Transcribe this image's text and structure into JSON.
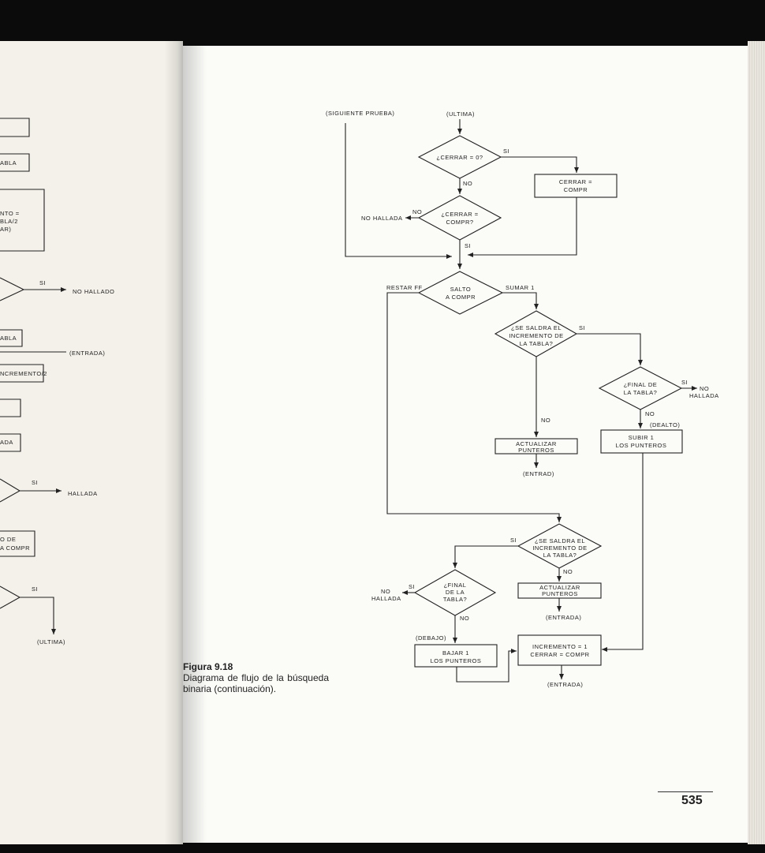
{
  "left_fragments": {
    "abla_1": "ABLA",
    "nto_1": "NTO =",
    "nto_2": "BLA/2",
    "nto_3": "AR)",
    "si_1": "SI",
    "no_hallado": "NO HALLADO",
    "abla_2": "ABLA",
    "entrada": "(ENTRADA)",
    "incremento": "NCREMENTO/2",
    "ada": "ADA",
    "si_2": "SI",
    "hallada": "HALLADA",
    "frag_o_de": "O DE",
    "frag_a_compr": "A COMPR",
    "si_3": "SI",
    "ultima": "(ULTIMA)"
  },
  "flowchart": {
    "siguiente_prueba": "(SIGUIENTE PRUEBA)",
    "ultima": "(ULTIMA)",
    "d_cerrar0": "¿CERRAR = 0?",
    "si_a": "SI",
    "no_a": "NO",
    "b_cerrar_compr_1": "CERRAR =",
    "b_cerrar_compr_2": "COMPR",
    "no_b": "NO",
    "no_hallada_a": "NO HALLADA",
    "d_cerrar_compr_1": "¿CERRAR =",
    "d_cerrar_compr_2": "COMPR?",
    "si_b": "SI",
    "restar_ff": "RESTAR FF",
    "sumar_1": "SUMAR 1",
    "d_salto_1": "SALTO",
    "d_salto_2": "A COMPR",
    "d_saldra1_1": "¿SE SALDRA EL",
    "d_saldra1_2": "INCREMENTO DE",
    "d_saldra1_3": "LA TABLA?",
    "si_c": "SI",
    "d_final1_1": "¿FINAL DE",
    "d_final1_2": "LA TABLA?",
    "si_d": "SI",
    "no_hallada_b_1": "NO",
    "no_hallada_b_2": "HALLADA",
    "no_c": "NO",
    "no_d": "NO",
    "dealto": "(DEALTO)",
    "b_actualizar1_1": "ACTUALIZAR",
    "b_actualizar1_2": "PUNTEROS",
    "b_subir_1": "SUBIR 1",
    "b_subir_2": "LOS PUNTEROS",
    "entrad_1": "(ENTRAD)",
    "si_e": "SI",
    "d_saldra2_1": "¿SE SALDRA EL",
    "d_saldra2_2": "INCREMENTO DE",
    "d_saldra2_3": "LA TABLA?",
    "no_e": "NO",
    "no_hallada_c_1": "NO",
    "no_hallada_c_2": "HALLADA",
    "si_f": "SI",
    "d_final2_1": "¿FINAL",
    "d_final2_2": "DE LA",
    "d_final2_3": "TABLA?",
    "b_actualizar2_1": "ACTUALIZAR",
    "b_actualizar2_2": "PUNTEROS",
    "entrada_2": "(ENTRADA)",
    "no_f": "NO",
    "debajo": "(DEBAJO)",
    "b_bajar_1": "BAJAR 1",
    "b_bajar_2": "LOS PUNTEROS",
    "b_incremento_1": "INCREMENTO = 1",
    "b_incremento_2": "CERRAR = COMPR",
    "entrada_3": "(ENTRADA)"
  },
  "caption": {
    "figure_number": "Figura 9.18",
    "text": "Diagrama de flujo de la búsqueda binaria (continuación)."
  },
  "page_number": "535"
}
